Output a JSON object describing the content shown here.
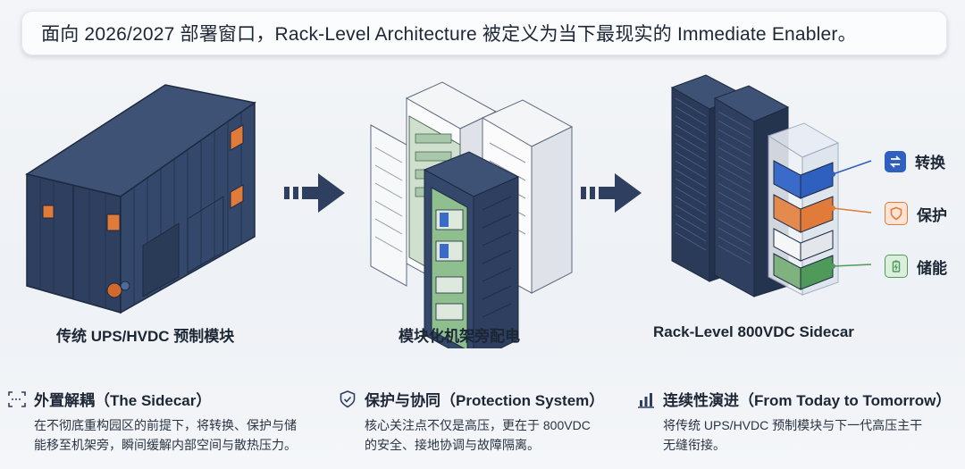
{
  "banner": {
    "text": "面向 2026/2027 部署窗口，Rack-Level Architecture 被定义为当下最现实的 Immediate Enabler。"
  },
  "stages": [
    {
      "caption": "传统 UPS/HVDC 预制模块"
    },
    {
      "caption": "模块化机架旁配电"
    },
    {
      "caption": "Rack-Level 800VDC Sidecar"
    }
  ],
  "sidecar_tags": [
    {
      "label": "转换",
      "icon": "arrows-swap-icon",
      "color": "#2f5fbf"
    },
    {
      "label": "保护",
      "icon": "shield-icon",
      "color": "#e07b39"
    },
    {
      "label": "储能",
      "icon": "battery-icon",
      "color": "#4f9a5a"
    }
  ],
  "features": [
    {
      "icon": "scan-icon",
      "title": "外置解耦（The Sidecar）",
      "lines": [
        "在不彻底重构园区的前提下，将转换、保护与储",
        "能移至机架旁，瞬间缓解内部空间与散热压力。"
      ]
    },
    {
      "icon": "shield-check-icon",
      "title": "保护与协同（Protection System）",
      "lines": [
        "核心关注点不仅是高压，更在于 800VDC",
        "的安全、接地协调与故障隔离。"
      ]
    },
    {
      "icon": "bar-chart-icon",
      "title": "连续性演进（From Today to Tomorrow）",
      "lines": [
        "将传统 UPS/HVDC 预制模块与下一代高压主干",
        "无缝衔接。"
      ]
    }
  ],
  "colors": {
    "navy": "#2e3f5f",
    "navy_dark": "#23314c",
    "orange": "#e07b39",
    "blue": "#2f5fbf",
    "green": "#4f9a5a"
  }
}
